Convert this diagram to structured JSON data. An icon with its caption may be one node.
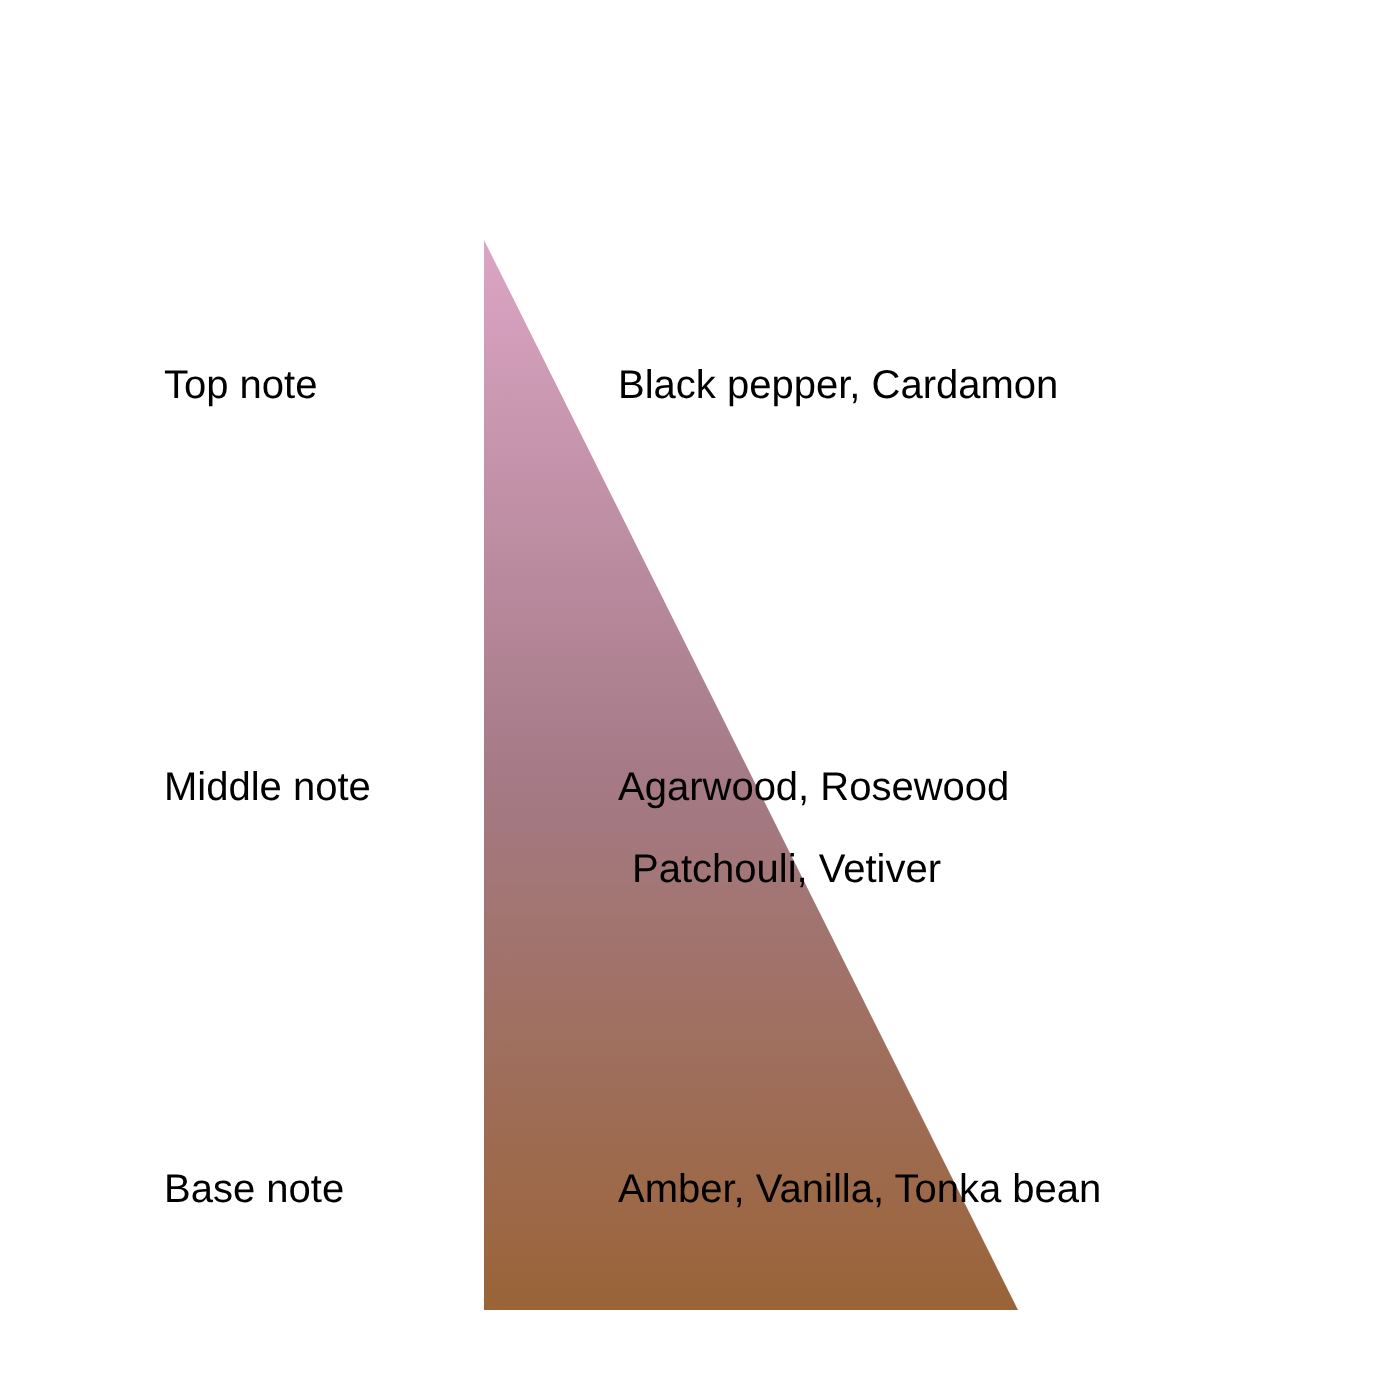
{
  "diagram": {
    "labels": [
      "Top note",
      "Black pepper, Cardamon",
      "Middle note",
      "Agarwood, Rosewood",
      "Patchouli, Vetiver",
      "Base note",
      "Amber, Vanilla, Tonka bean"
    ]
  }
}
